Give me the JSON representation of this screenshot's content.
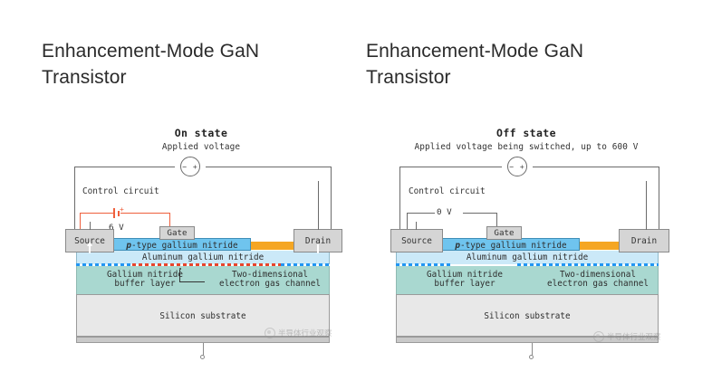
{
  "panels": [
    {
      "slide_title": "Enhancement-Mode GaN Transistor",
      "figure": {
        "title": "On state",
        "subtitle": "Applied voltage",
        "source_symbol": "− +",
        "control_circuit_label": "Control circuit",
        "gate_voltage": "6 V",
        "battery_plus": "+",
        "electrodes": {
          "source": "Source",
          "gate": "Gate",
          "drain": "Drain"
        },
        "layers": {
          "pgan": "p-type gallium nitride",
          "algan": "Aluminum gallium nitride",
          "gan_line1": "Gallium nitride",
          "gan_line2": "buffer layer",
          "twodeg_line1": "Two-dimensional",
          "twodeg_line2": "electron gas channel",
          "substrate": "Silicon substrate"
        },
        "channel_state": "conducting"
      },
      "watermark": "半导体行业观察"
    },
    {
      "slide_title": "Enhancement-Mode GaN Transistor",
      "figure": {
        "title": "Off state",
        "subtitle": "Applied voltage being switched, up to 600 V",
        "source_symbol": "− +",
        "control_circuit_label": "Control circuit",
        "gate_voltage": "0 V",
        "battery_plus": "",
        "electrodes": {
          "source": "Source",
          "gate": "Gate",
          "drain": "Drain"
        },
        "layers": {
          "pgan": "p-type gallium nitride",
          "algan": "Aluminum gallium nitride",
          "gan_line1": "Gallium nitride",
          "gan_line2": "buffer layer",
          "twodeg_line1": "Two-dimensional",
          "twodeg_line2": "electron gas channel",
          "substrate": "Silicon substrate"
        },
        "channel_state": "depleted"
      },
      "watermark": "半导体行业观察"
    }
  ],
  "colors": {
    "pgan": "#6fc4ee",
    "algan": "#cbe9f8",
    "gan_buffer": "#a9d8d0",
    "substrate": "#e8e8e8",
    "ohmic_contact": "#f5a623",
    "electrode": "#d5d5d5",
    "control_wire": "#ef5f3c",
    "main_wire": "#6b6b6b",
    "channel_on": "#e8452c",
    "channel_off": "#2196f3",
    "title_text": "#2b2b2b"
  }
}
